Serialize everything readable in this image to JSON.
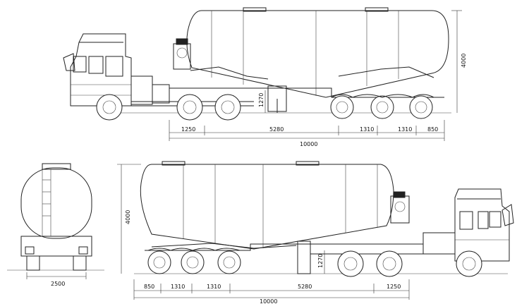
{
  "drawing": {
    "top_side_view": {
      "dims": {
        "total_height": "4000",
        "fifth_wheel_height": "1270",
        "front_overhang": "1250",
        "kingpin_to_axle": "5280",
        "axle_spacing_1": "1310",
        "axle_spacing_2": "1310",
        "rear_overhang": "850",
        "overall_length": "10000"
      }
    },
    "rear_view": {
      "dims": {
        "width": "2500"
      }
    },
    "bottom_side_view": {
      "dims": {
        "total_height": "4000",
        "fifth_wheel_height": "1270",
        "rear_overhang": "850",
        "axle_spacing_1": "1310",
        "axle_spacing_2": "1310",
        "kingpin_to_axle": "5280",
        "front_overhang": "1250",
        "overall_length": "10000"
      }
    }
  }
}
